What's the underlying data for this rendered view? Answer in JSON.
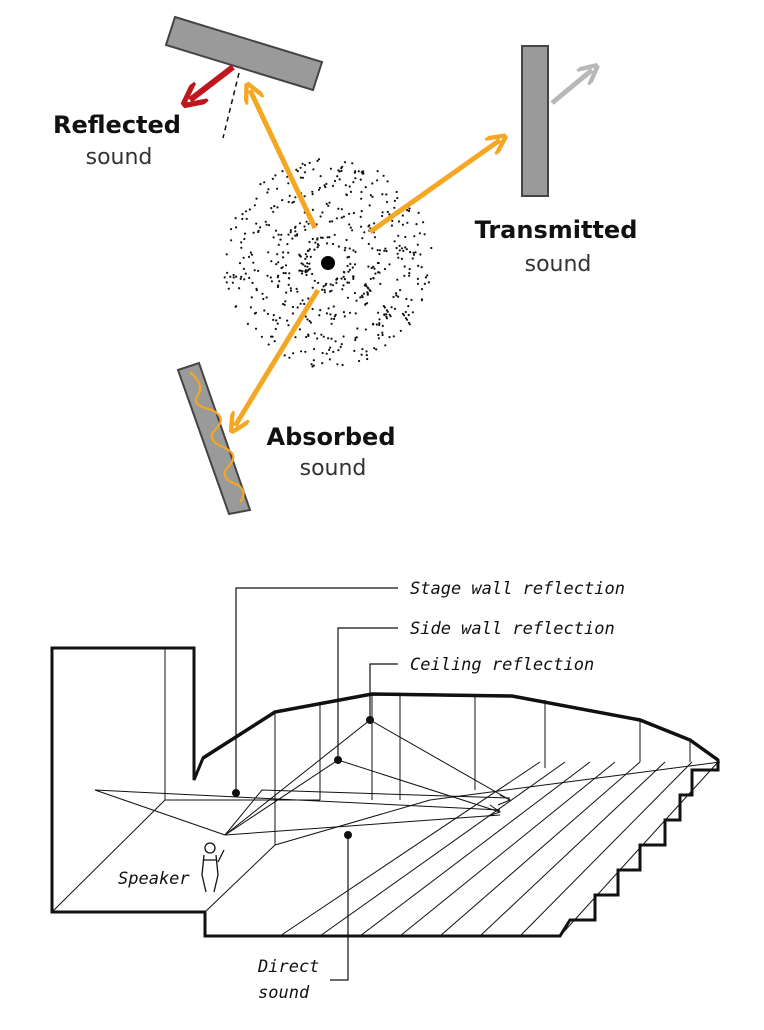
{
  "top_diagram": {
    "reflected": {
      "title": "Reflected",
      "subtitle": "sound"
    },
    "transmitted": {
      "title": "Transmitted",
      "subtitle": "sound"
    },
    "absorbed": {
      "title": "Absorbed",
      "subtitle": "sound"
    }
  },
  "bottom_diagram": {
    "stage_wall": "Stage wall reflection",
    "side_wall": "Side wall reflection",
    "ceiling": "Ceiling reflection",
    "speaker": "Speaker",
    "direct_line1": "Direct",
    "direct_line2": "sound"
  },
  "colors": {
    "arrow": "#F5A623",
    "reflected_arrow": "#C0161E",
    "transmitted_arrow": "#B8B8B8",
    "wall": "#9A9A9A",
    "wall_edge": "#444444"
  },
  "icons": [
    "sound-source-icon",
    "speaker-person-icon"
  ]
}
